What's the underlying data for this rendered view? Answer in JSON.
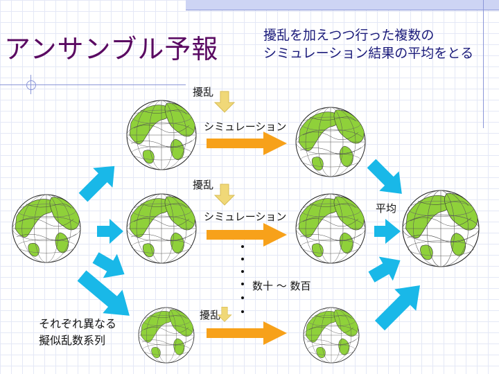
{
  "slide": {
    "title": "アンサンブル予報",
    "subtitle_line1": "擾乱を加えつつ行った複数の",
    "subtitle_line2": "シミュレーション結果の平均をとる"
  },
  "labels": {
    "perturbation_top": "擾乱",
    "simulation_top": "シミュレーション",
    "perturbation_mid": "擾乱",
    "simulation_mid": "シミュレーション",
    "average": "平均",
    "count_range": "数十 ～ 数百",
    "perturbation_bottom": "擾乱",
    "random_line1": "それぞれ異なる",
    "random_line2": "擬似乱数系列"
  },
  "colors": {
    "title": "#5a0a62",
    "subtitle": "#1a1a7a",
    "globe_land": "#8fd13a",
    "globe_ocean": "#ffffff",
    "blue_arrow": "#19b8e8",
    "orange_arrow": "#f7a11a",
    "pert_arrow": "#f0d878",
    "accent_line": "#9aa6dd"
  }
}
